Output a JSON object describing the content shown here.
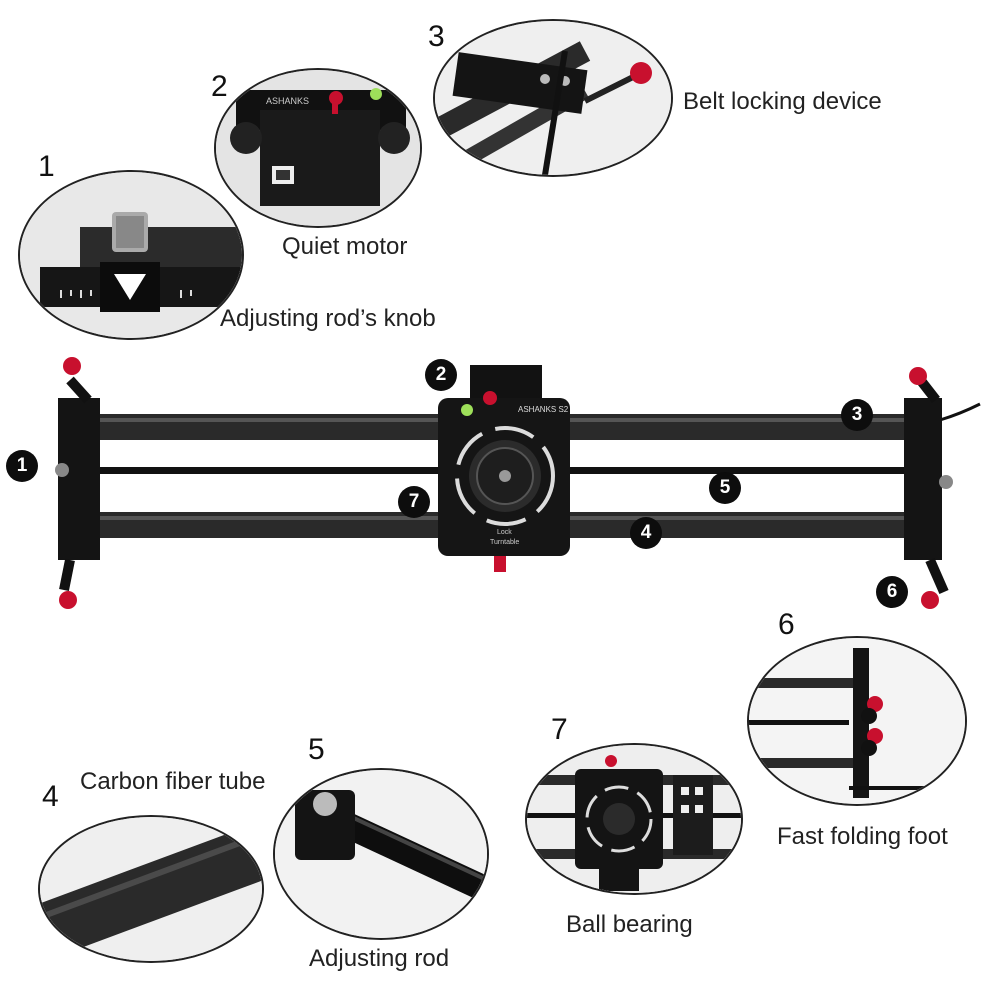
{
  "details": [
    {
      "number": "1",
      "caption": "Adjusting rod’s knob"
    },
    {
      "number": "2",
      "caption": "Quiet motor"
    },
    {
      "number": "3",
      "caption": "Belt locking device"
    },
    {
      "number": "4",
      "caption": "Carbon fiber tube"
    },
    {
      "number": "5",
      "caption": "Adjusting rod"
    },
    {
      "number": "6",
      "caption": "Fast folding foot"
    },
    {
      "number": "7",
      "caption": "Ball bearing"
    }
  ],
  "product": {
    "brand_label": "ASHANKS S2",
    "motor_label": "ASHANKS",
    "turntable_label": "Turntable",
    "lock_label": "Lock"
  },
  "colors": {
    "metal": "#111111",
    "accent_red": "#c8102e",
    "carbon": "#2a2a2a",
    "level_green": "#9ee05a"
  }
}
